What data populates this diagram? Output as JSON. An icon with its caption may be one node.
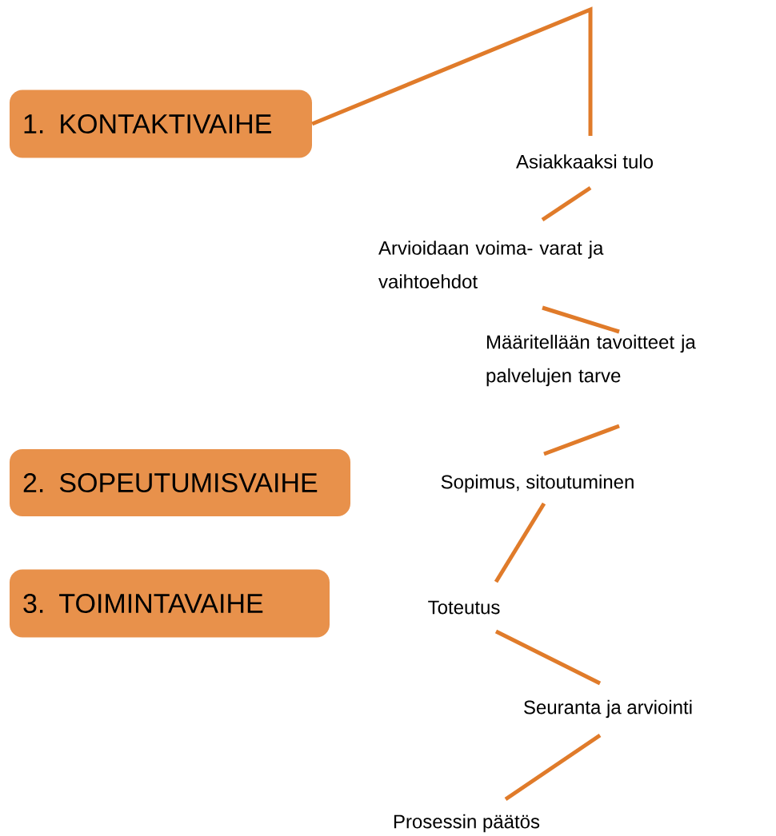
{
  "diagram": {
    "nodes": [
      {
        "text": [
          "1. KONTAKTIVAIHE"
        ]
      },
      {
        "text": [
          "2. SOPEUTUMISVAIHE"
        ]
      },
      {
        "text": [
          "3. TOIMINTAVAIHE"
        ]
      },
      {
        "text": [
          "Asiakkaaksi tulo"
        ]
      },
      {
        "text": [
          "Arvioidaan voima- varat ja vaihtoehdot"
        ]
      },
      {
        "text": [
          "Määritellään tavoitteet ja palvelujen tarve"
        ]
      },
      {
        "text": [
          "Sopimus, sitoutuminen"
        ]
      },
      {
        "text": [
          "Toteutus"
        ]
      },
      {
        "text": [
          "Seuranta ja arviointi"
        ]
      },
      {
        "text": [
          "Prosessin päätös"
        ]
      }
    ],
    "edges": [
      {
        "from": 0,
        "to": 3,
        "arrow": "none"
      },
      {
        "from": 3,
        "to": 4,
        "arrow": "none"
      },
      {
        "from": 4,
        "to": 5,
        "arrow": "none"
      },
      {
        "from": 5,
        "to": 6,
        "arrow": "none"
      },
      {
        "from": 6,
        "to": 7,
        "arrow": "none"
      },
      {
        "from": 7,
        "to": 8,
        "arrow": "none"
      },
      {
        "from": 8,
        "to": 9,
        "arrow": "none"
      }
    ]
  }
}
